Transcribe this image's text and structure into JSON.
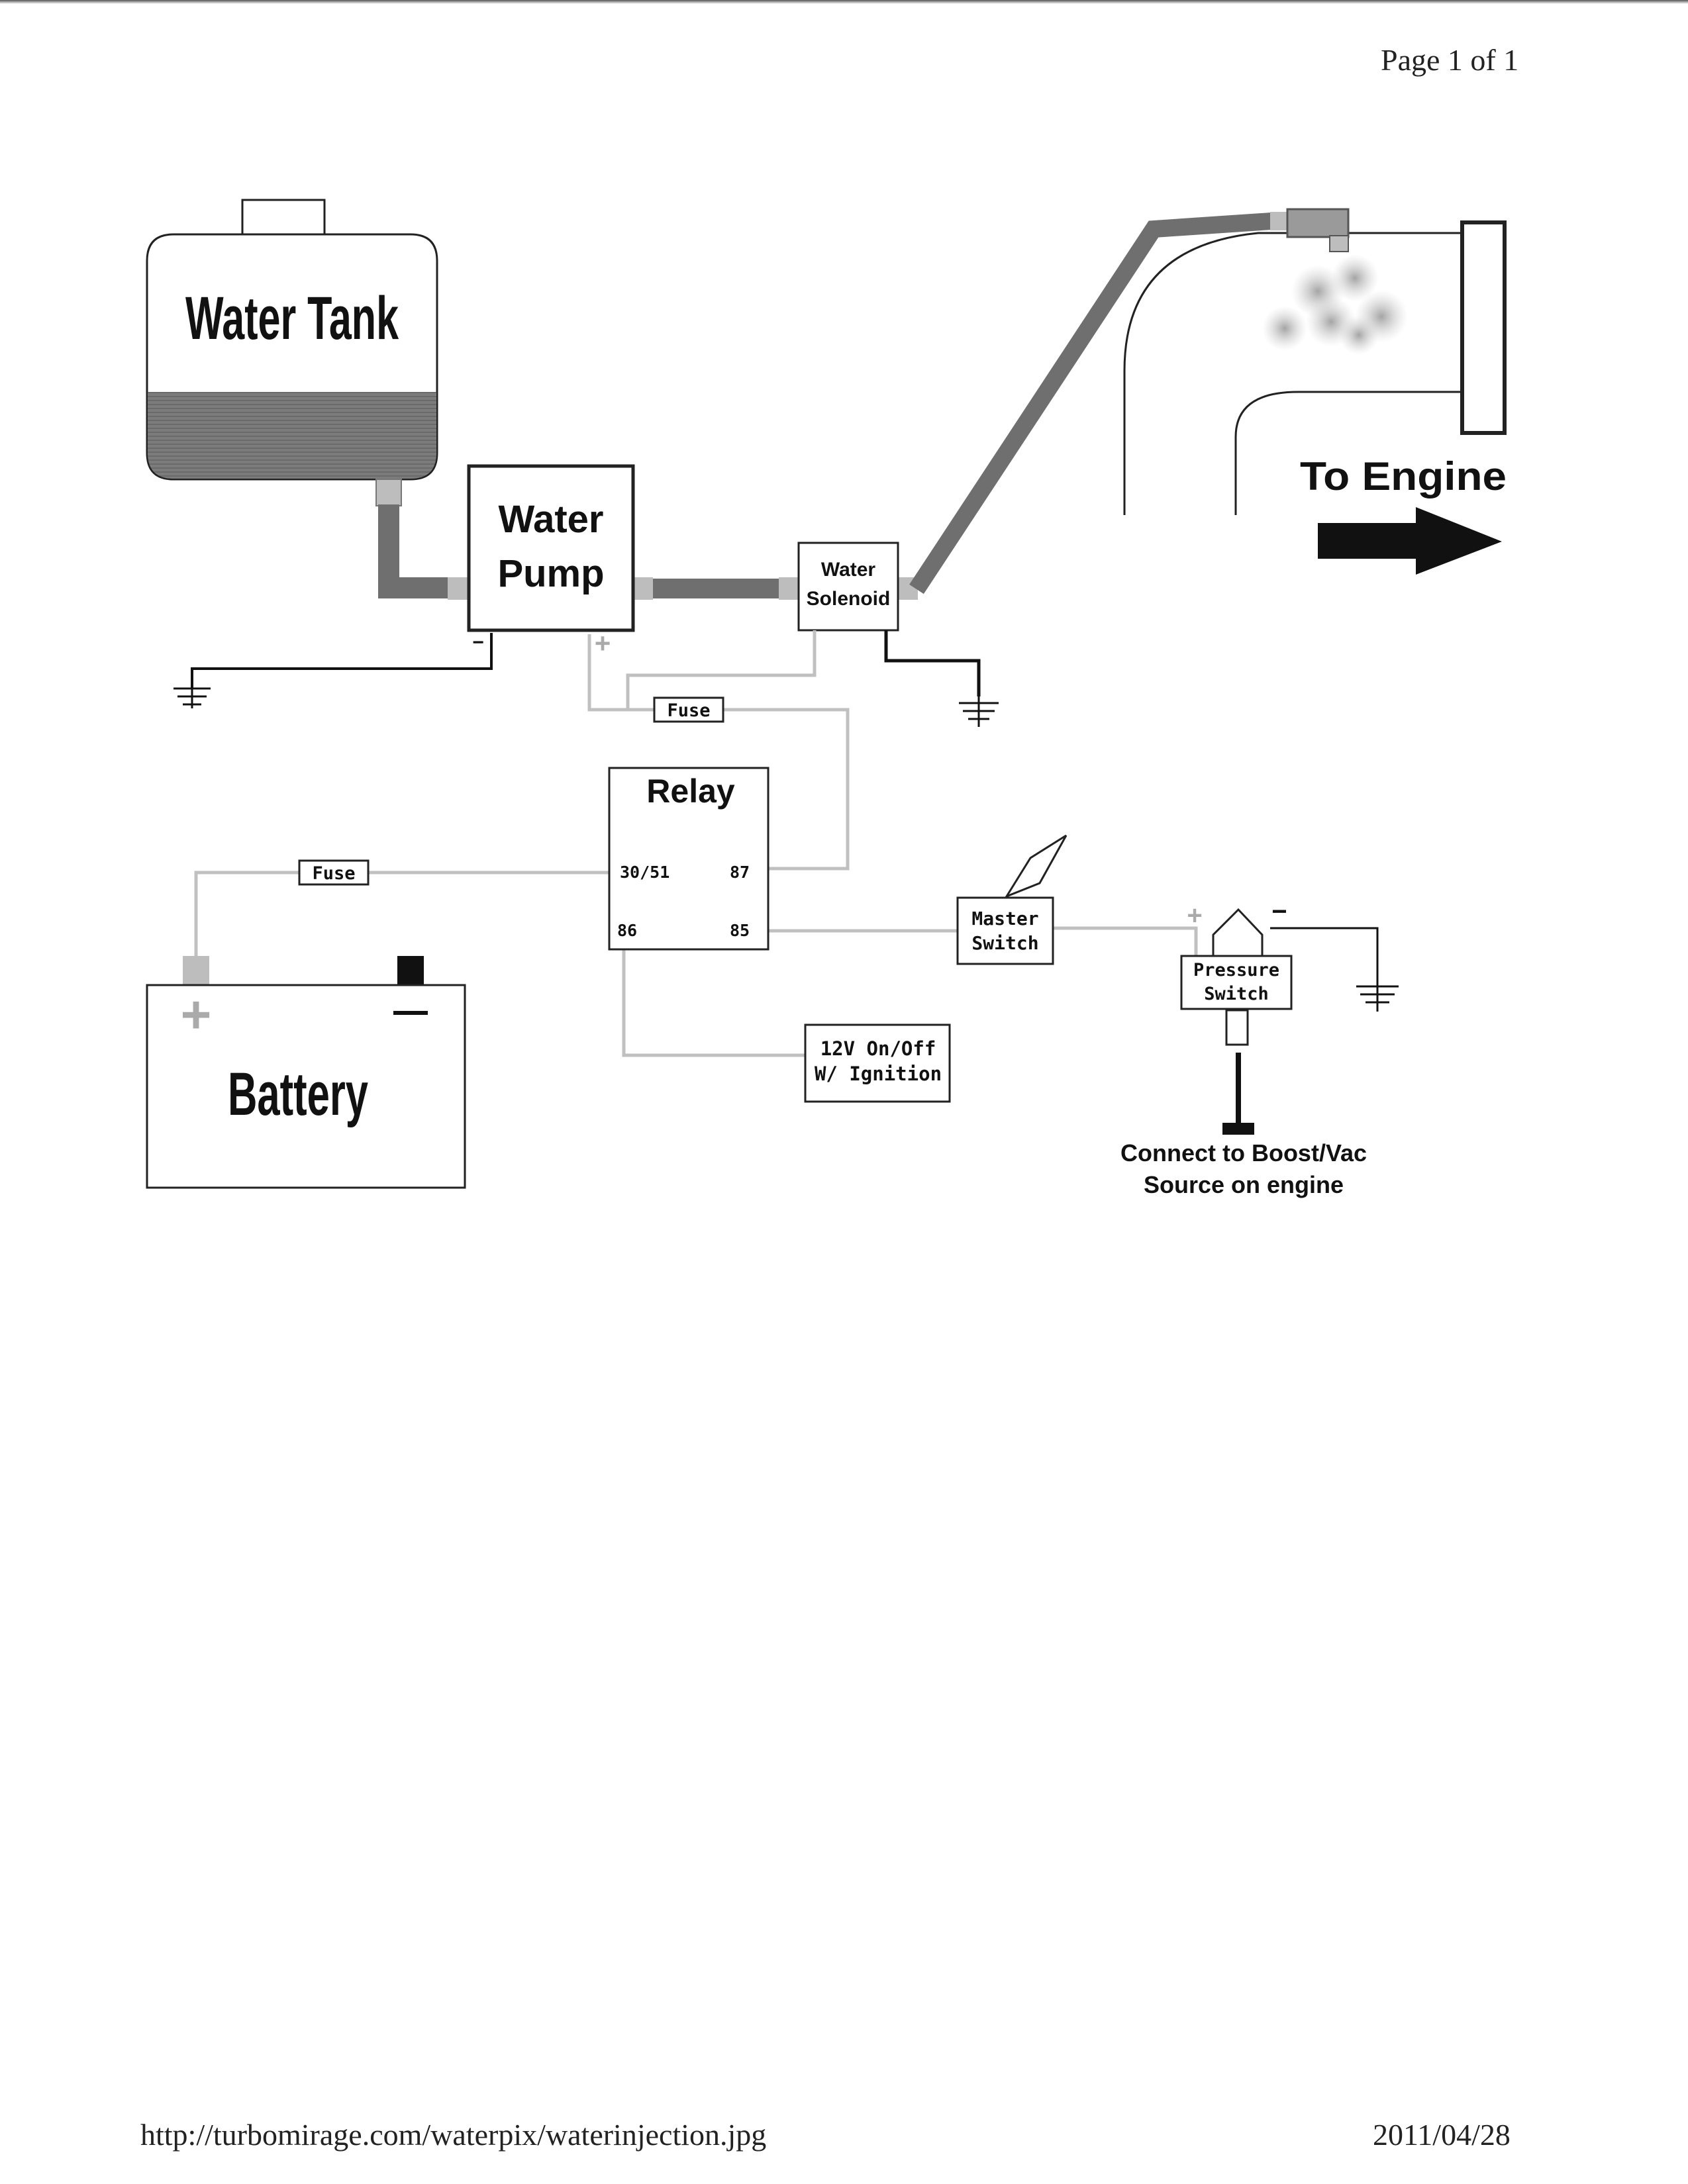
{
  "header": {
    "page_number": "Page 1 of 1"
  },
  "footer": {
    "url": "http://turbomirage.com/waterpix/waterinjection.jpg",
    "date": "2011/04/28"
  },
  "diagram": {
    "water_tank": "Water Tank",
    "water_pump": [
      "Water",
      "Pump"
    ],
    "water_solenoid": [
      "Water",
      "Solenoid"
    ],
    "to_engine": "To Engine",
    "fuse_top": "Fuse",
    "fuse_left": "Fuse",
    "relay": {
      "title": "Relay",
      "pin_30": "30/51",
      "pin_87": "87",
      "pin_86": "86",
      "pin_85": "85"
    },
    "master_switch": [
      "Master",
      "Switch"
    ],
    "pressure_switch": [
      "Pressure",
      "Switch"
    ],
    "ignition": [
      "12V On/Off",
      "W/ Ignition"
    ],
    "battery": "Battery",
    "boost_source": [
      "Connect to Boost/Vac",
      "Source on engine"
    ],
    "plus_sign": "+",
    "minus_sign": "−",
    "colors": {
      "hose": "#6f6f6f",
      "wire_light": "#c0c0c0",
      "wire_dark": "#111111",
      "tank_water": "#7a7a7a"
    }
  }
}
